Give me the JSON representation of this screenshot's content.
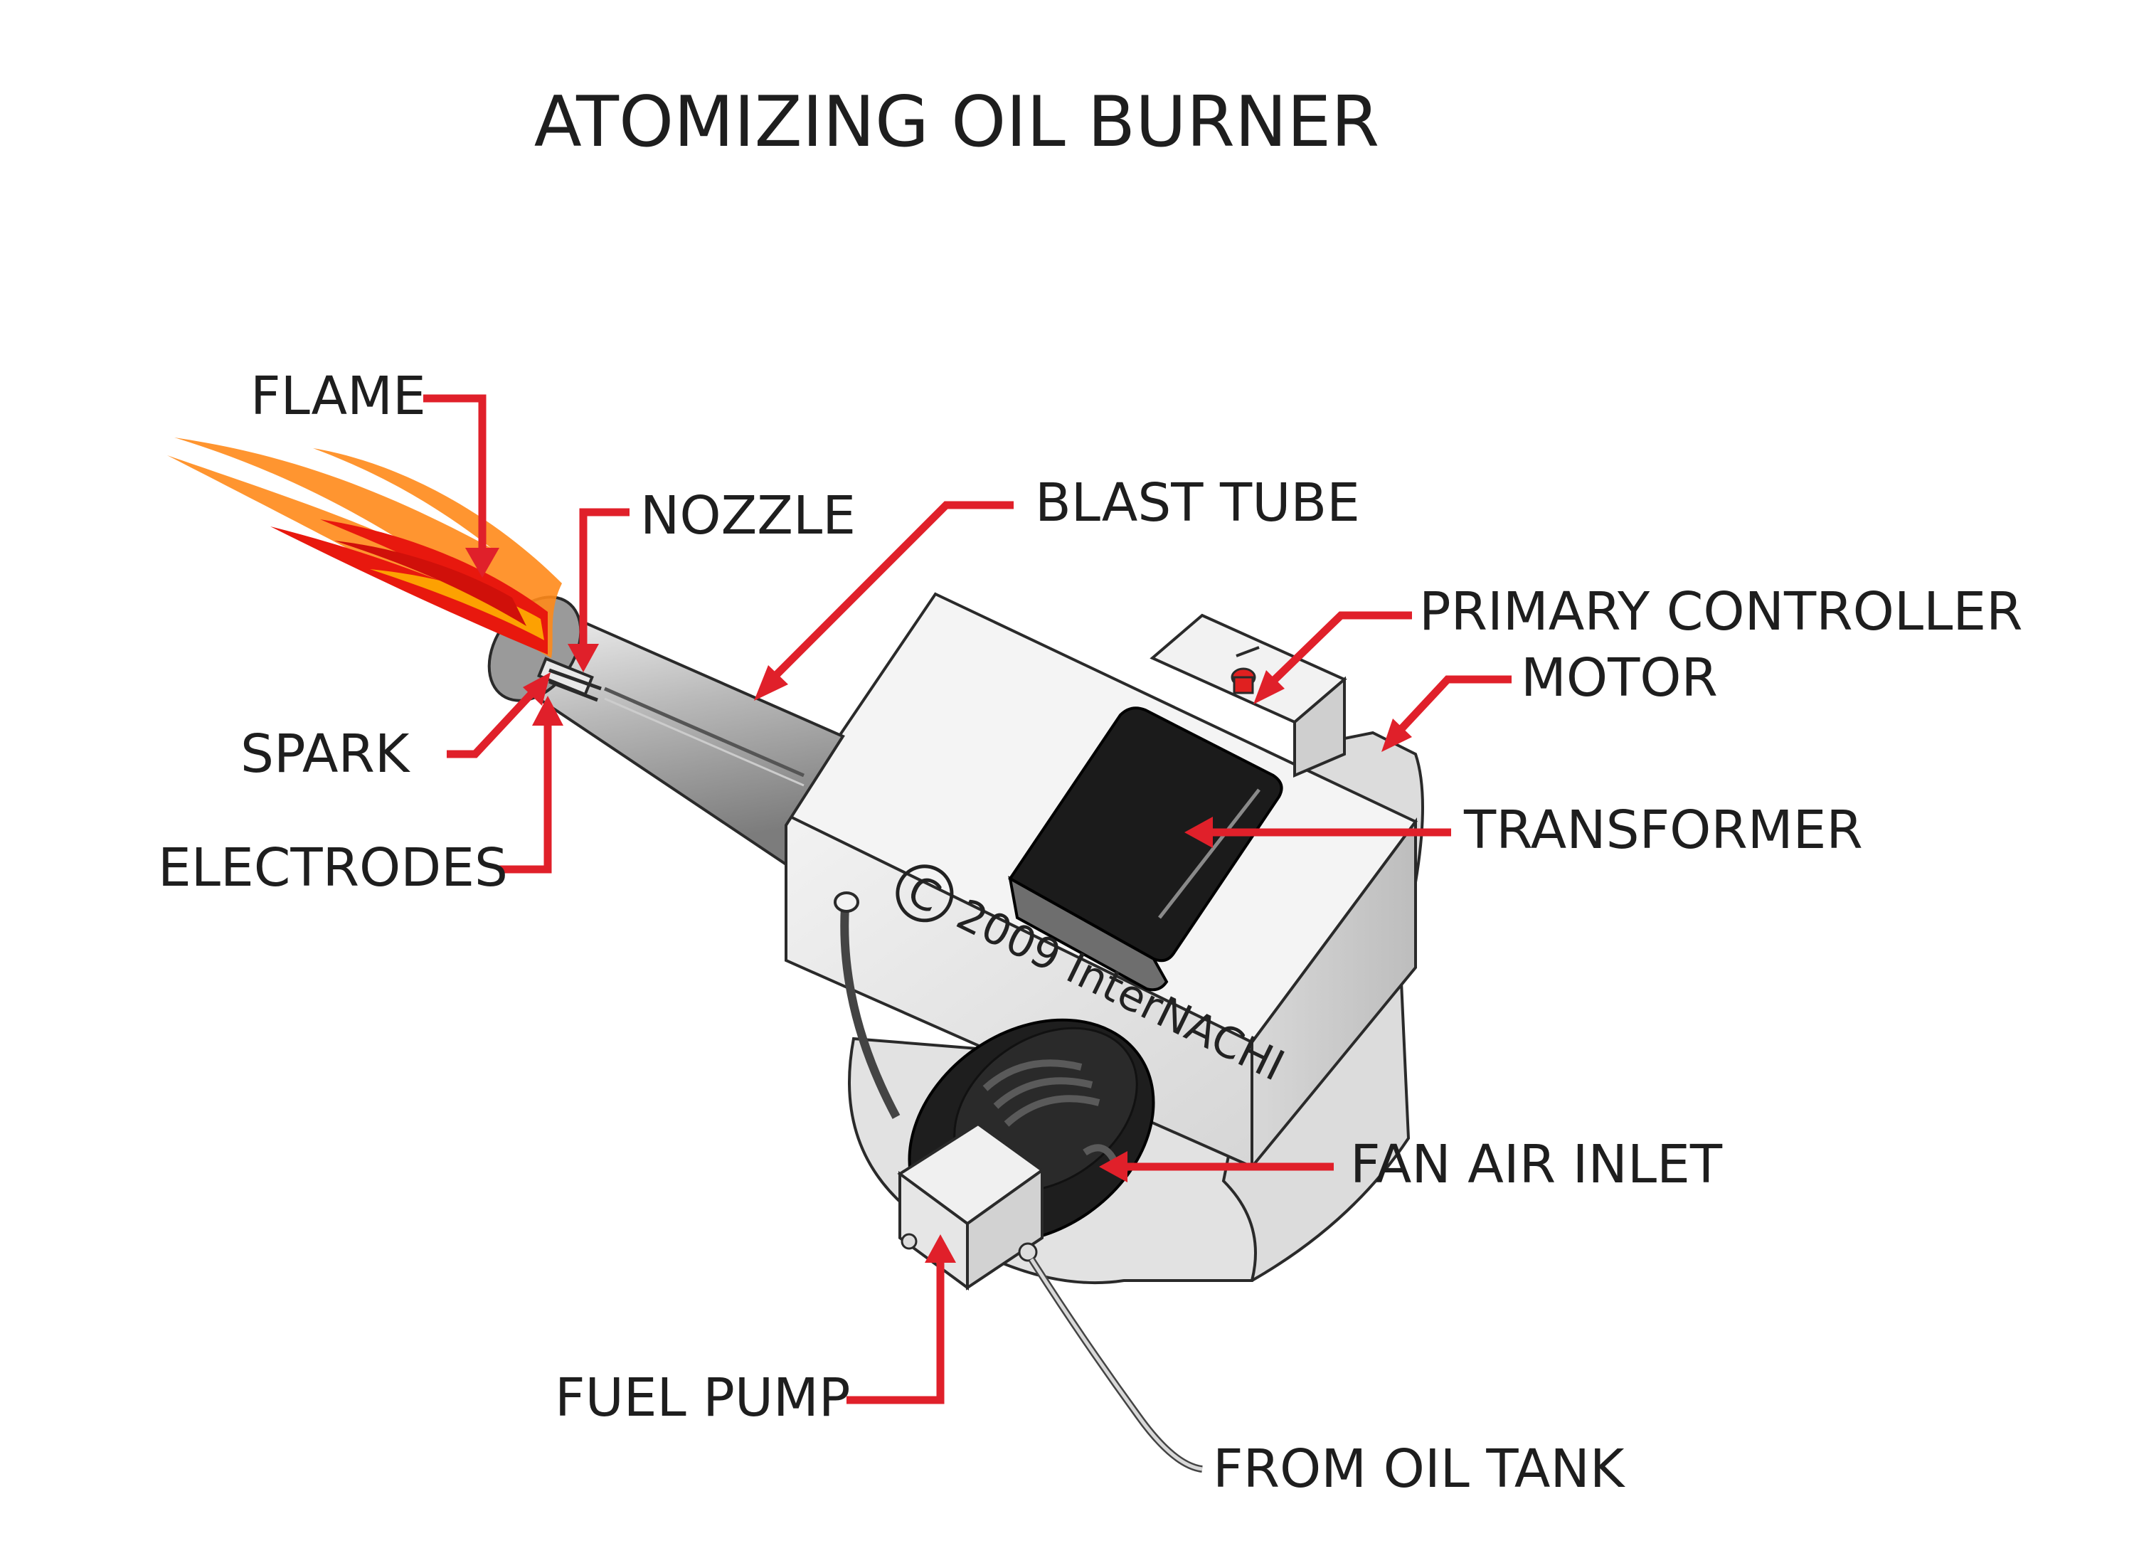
{
  "title": "ATOMIZING OIL BURNER",
  "labels": {
    "flame": "FLAME",
    "nozzle": "NOZZLE",
    "blast_tube": "BLAST TUBE",
    "primary_controller": "PRIMARY CONTROLLER",
    "motor": "MOTOR",
    "transformer": "TRANSFORMER",
    "spark": "SPARK",
    "electrodes": "ELECTRODES",
    "fan_air_inlet": "FAN AIR INLET",
    "fuel_pump": "FUEL PUMP",
    "from_oil_tank": "FROM OIL TANK"
  },
  "copyright": {
    "symbol": "C",
    "text": "2009 InterNACHI"
  },
  "colors": {
    "leader": "#e0202a",
    "flame_outer": "#ff6a00",
    "flame_inner": "#e81a10",
    "housing": "#e4e4e4",
    "transformer": "#1a1a1a"
  }
}
